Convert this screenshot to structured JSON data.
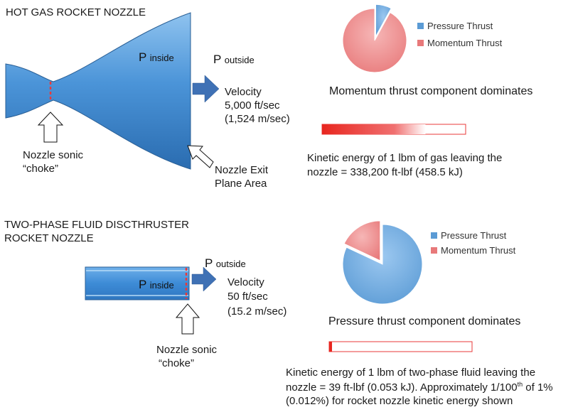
{
  "section1": {
    "title": "HOT GAS ROCKET NOZZLE",
    "p_inside_main": "P",
    "p_inside_sub": "inside",
    "p_outside_main": "P",
    "p_outside_sub": "outside",
    "velocity_label": "Velocity",
    "velocity_fps": "5,000 ft/sec",
    "velocity_ms": "(1,524 m/sec)",
    "choke_line1": "Nozzle sonic",
    "choke_line2": "“choke”",
    "exit_line1": "Nozzle Exit",
    "exit_line2": "Plane Area",
    "caption": "Momentum  thrust component dominates",
    "energy_line1": "Kinetic energy of 1 lbm of gas leaving the",
    "energy_line2": "nozzle = 338,200 ft-lbf (458.5 kJ)",
    "legend": [
      {
        "label": "Pressure Thrust",
        "color": "#5b9bd5"
      },
      {
        "label": "Momentum Thrust",
        "color": "#e8797a"
      }
    ],
    "energy_fill_fraction": 0.72
  },
  "section2": {
    "title_line1": "TWO-PHASE FLUID DISCTHRUSTER",
    "title_line2": "ROCKET NOZZLE",
    "p_inside_main": "P",
    "p_inside_sub": "inside",
    "p_outside_main": "P",
    "p_outside_sub": "outside",
    "velocity_label": "Velocity",
    "velocity_fps": "50 ft/sec",
    "velocity_ms": "(15.2 m/sec)",
    "choke_line1": "Nozzle sonic",
    "choke_line2": "“choke”",
    "caption": "Pressure thrust component dominates",
    "energy_line1": "Kinetic energy of 1 lbm of two-phase fluid leaving the",
    "energy_line2a": "nozzle = 39 ft-lbf (0.053 kJ). Approximately 1/100",
    "energy_line2_sup": "th",
    "energy_line2b": " of 1%",
    "energy_line3": "(0.012%) for rocket nozzle kinetic energy shown",
    "legend": [
      {
        "label": "Pressure Thrust",
        "color": "#5b9bd5"
      },
      {
        "label": "Momentum Thrust",
        "color": "#e8797a"
      }
    ],
    "energy_fill_fraction": 0.02
  },
  "chart_data": [
    {
      "type": "pie",
      "categories": [
        "Pressure Thrust",
        "Momentum Thrust"
      ],
      "values": [
        8,
        92
      ],
      "title": "",
      "legend": "right"
    },
    {
      "type": "pie",
      "categories": [
        "Pressure Thrust",
        "Momentum Thrust"
      ],
      "values": [
        82,
        18
      ],
      "title": "",
      "legend": "right"
    }
  ]
}
